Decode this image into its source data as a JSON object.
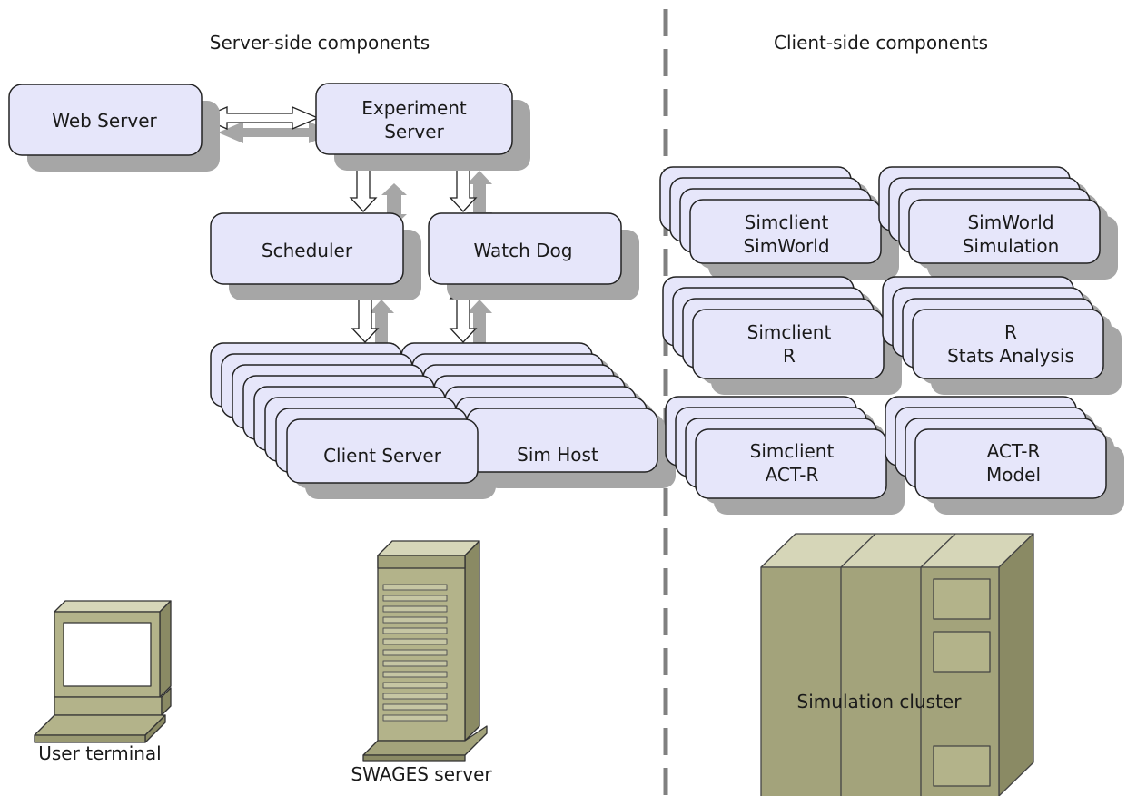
{
  "headings": {
    "server": "Server-side components",
    "client": "Client-side components"
  },
  "server_boxes": {
    "web_server": "Web Server",
    "experiment_server": [
      "Experiment",
      "Server"
    ],
    "scheduler": "Scheduler",
    "watch_dog": "Watch Dog",
    "client_server": "Client Server",
    "sim_host": "Sim Host"
  },
  "client_boxes": {
    "simclient_simworld": [
      "Simclient",
      "SimWorld"
    ],
    "simworld_simulation": [
      "SimWorld",
      "Simulation"
    ],
    "simclient_r": [
      "Simclient",
      "R"
    ],
    "r_stats": [
      "R",
      "Stats Analysis"
    ],
    "simclient_actr": [
      "Simclient",
      "ACT-R"
    ],
    "actr_model": [
      "ACT-R",
      "Model"
    ]
  },
  "hardware": {
    "user_terminal": "User terminal",
    "swages_server": "SWAGES server",
    "simulation_cluster": "Simulation cluster"
  },
  "colors": {
    "box_fill": "#e6e6fa",
    "shadow": "#a6a6a6",
    "outline": "#222222",
    "hardware_fill": "#b3b38a",
    "divider": "#808080"
  }
}
